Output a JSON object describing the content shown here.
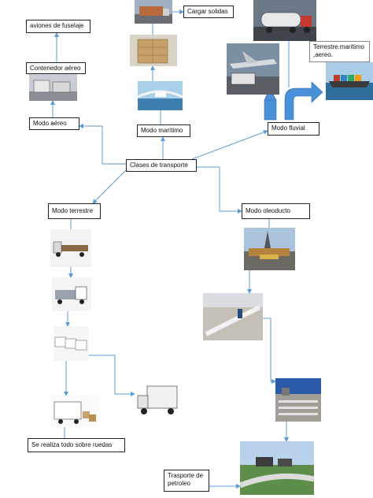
{
  "nodes": {
    "clases": "Clases de transporte",
    "aereo": "Modo aéreo",
    "contenedor": "Contenedor aéreo",
    "aviones": "aviones de fuselaje",
    "maritimo": "Modo marítimo",
    "cargar": "Cargar solidas",
    "fluvial": "Modo fluvial",
    "terrestre_mix": "Terrestre.marítimo ,aereo.",
    "terrestre": "Modo terrestre",
    "ruedas": "Se realiza todo sobre ruedas",
    "oleoducto": "Modo oleoducto",
    "petroleo": "Trasporte de petroleo"
  },
  "photos": [
    {
      "id": "air-cargo",
      "depicts": "air cargo containers on tarmac"
    },
    {
      "id": "truck-loaded",
      "depicts": "truck loaded with cargo on ship deck"
    },
    {
      "id": "pallets",
      "depicts": "stacked pallets of boxes"
    },
    {
      "id": "ship-bridge",
      "depicts": "ship bridge over water"
    },
    {
      "id": "tanker-truck",
      "depicts": "tanker truck on road"
    },
    {
      "id": "cargo-plane",
      "depicts": "cargo plane with truck"
    },
    {
      "id": "container-ship",
      "depicts": "container ship at sea"
    },
    {
      "id": "flatbed-truck",
      "depicts": "flatbed truck"
    },
    {
      "id": "semi-truck",
      "depicts": "semi truck"
    },
    {
      "id": "fleet-trucks",
      "depicts": "fleet of delivery trucks"
    },
    {
      "id": "box-truck",
      "depicts": "white box truck"
    },
    {
      "id": "moving-van",
      "depicts": "van with boxes"
    },
    {
      "id": "drilling",
      "depicts": "oil drilling platform"
    },
    {
      "id": "pipe-laying",
      "depicts": "pipeline construction"
    },
    {
      "id": "pipe-yard",
      "depicts": "pipes at refinery yard"
    },
    {
      "id": "oil-pipeline",
      "depicts": "oil pipeline with tanks"
    }
  ],
  "colors": {
    "connector": "#5b9bd5",
    "arrow_fill": "#4a90d9"
  }
}
